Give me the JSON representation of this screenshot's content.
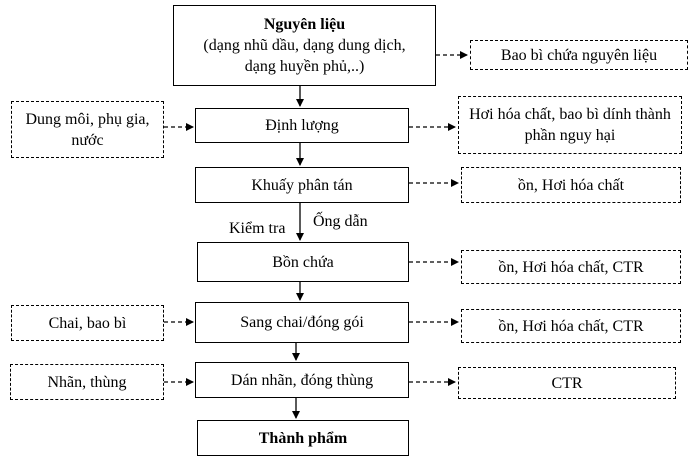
{
  "main_flow": {
    "raw_title": "Nguyên liệu",
    "raw_desc": "(dạng nhũ dầu, dạng dung dịch, dạng huyền phủ,..)",
    "step_dosing": "Định lượng",
    "step_mixing": "Khuấy phân tán",
    "step_tank": "Bồn chứa",
    "step_bottling": "Sang chai/đóng gói",
    "step_labeling": "Dán nhãn, đóng thùng",
    "product": "Thành phẩm"
  },
  "inputs": {
    "solvents": "Dung môi, phụ gia, nước",
    "bottles": "Chai, bao bì",
    "labels": "Nhãn, thùng"
  },
  "outputs": {
    "raw_packaging": "Bao bì chứa nguyên liệu",
    "dosing_waste": "Hơi hóa chất, bao bì dính thành phần nguy hại",
    "mixing_waste": "ồn, Hơi hóa chất",
    "tank_waste": "ồn, Hơi hóa chất, CTR",
    "bottling_waste": "ồn, Hơi hóa chất, CTR",
    "labeling_waste": "CTR"
  },
  "annotations": {
    "check": "Kiểm tra",
    "pipe": "Ống dẫn"
  }
}
